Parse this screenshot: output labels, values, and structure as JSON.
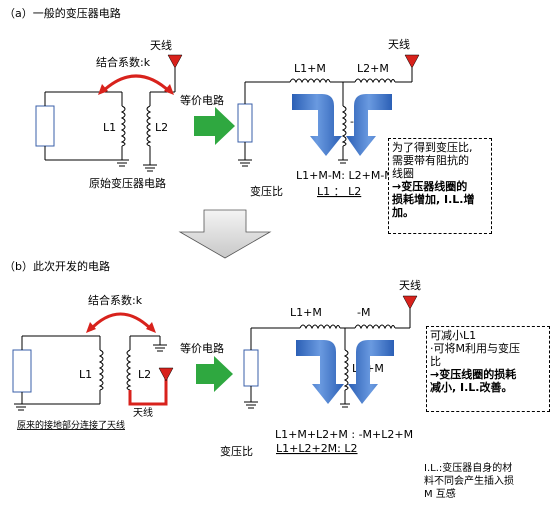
{
  "section_a": {
    "title": "（a）一般的变压器电路",
    "coupling_label": "结合系数:k",
    "antenna_label": "天线",
    "l1": "L1",
    "l2": "L2",
    "original_label": "原始变压器电路",
    "equiv_label": "等价电路",
    "right_antenna_label": "天线",
    "l1m": "L1+M",
    "l2m": "L2+M",
    "negm": "-M",
    "ratio_expr": "L1+M-M: L2+M-M",
    "ratio_label": "变压比",
    "ratio_value": "L1 ： L2",
    "note_lines": [
      "为了得到变压比,",
      "需要带有阻抗的",
      "线圈",
      "→变压器线圈的",
      "损耗增加, I.L.增",
      "加。"
    ]
  },
  "section_b": {
    "title": "（b）此次开发的电路",
    "coupling_label": "结合系数:k",
    "l1": "L1",
    "l2": "L2",
    "antenna_label": "天线",
    "caption": "原来的接地部分连接了天线",
    "equiv_label": "等价电路",
    "right_antenna_label": "天线",
    "l1m": "L1+M",
    "negm": "-M",
    "l2m": "L2+M",
    "ratio_expr1": "L1+M+L2+M : -M+L2+M",
    "ratio_expr2": "L1+L2+2M:  L2",
    "ratio_label": "变压比",
    "note_lines": [
      "可减小L1",
      "·可将M利用与变压",
      "比",
      "→变压线圈的损耗",
      "减小, I.L.改善。"
    ]
  },
  "footnote": {
    "il": "I.L.:变压器自身的材",
    "il2": "料不同会产生插入损",
    "m": "M 互感"
  },
  "colors": {
    "blue_arrow": "#3a72c8",
    "green_arrow": "#2fa840",
    "red": "#d8221c",
    "gray_arrow": "#c8c8c8"
  }
}
